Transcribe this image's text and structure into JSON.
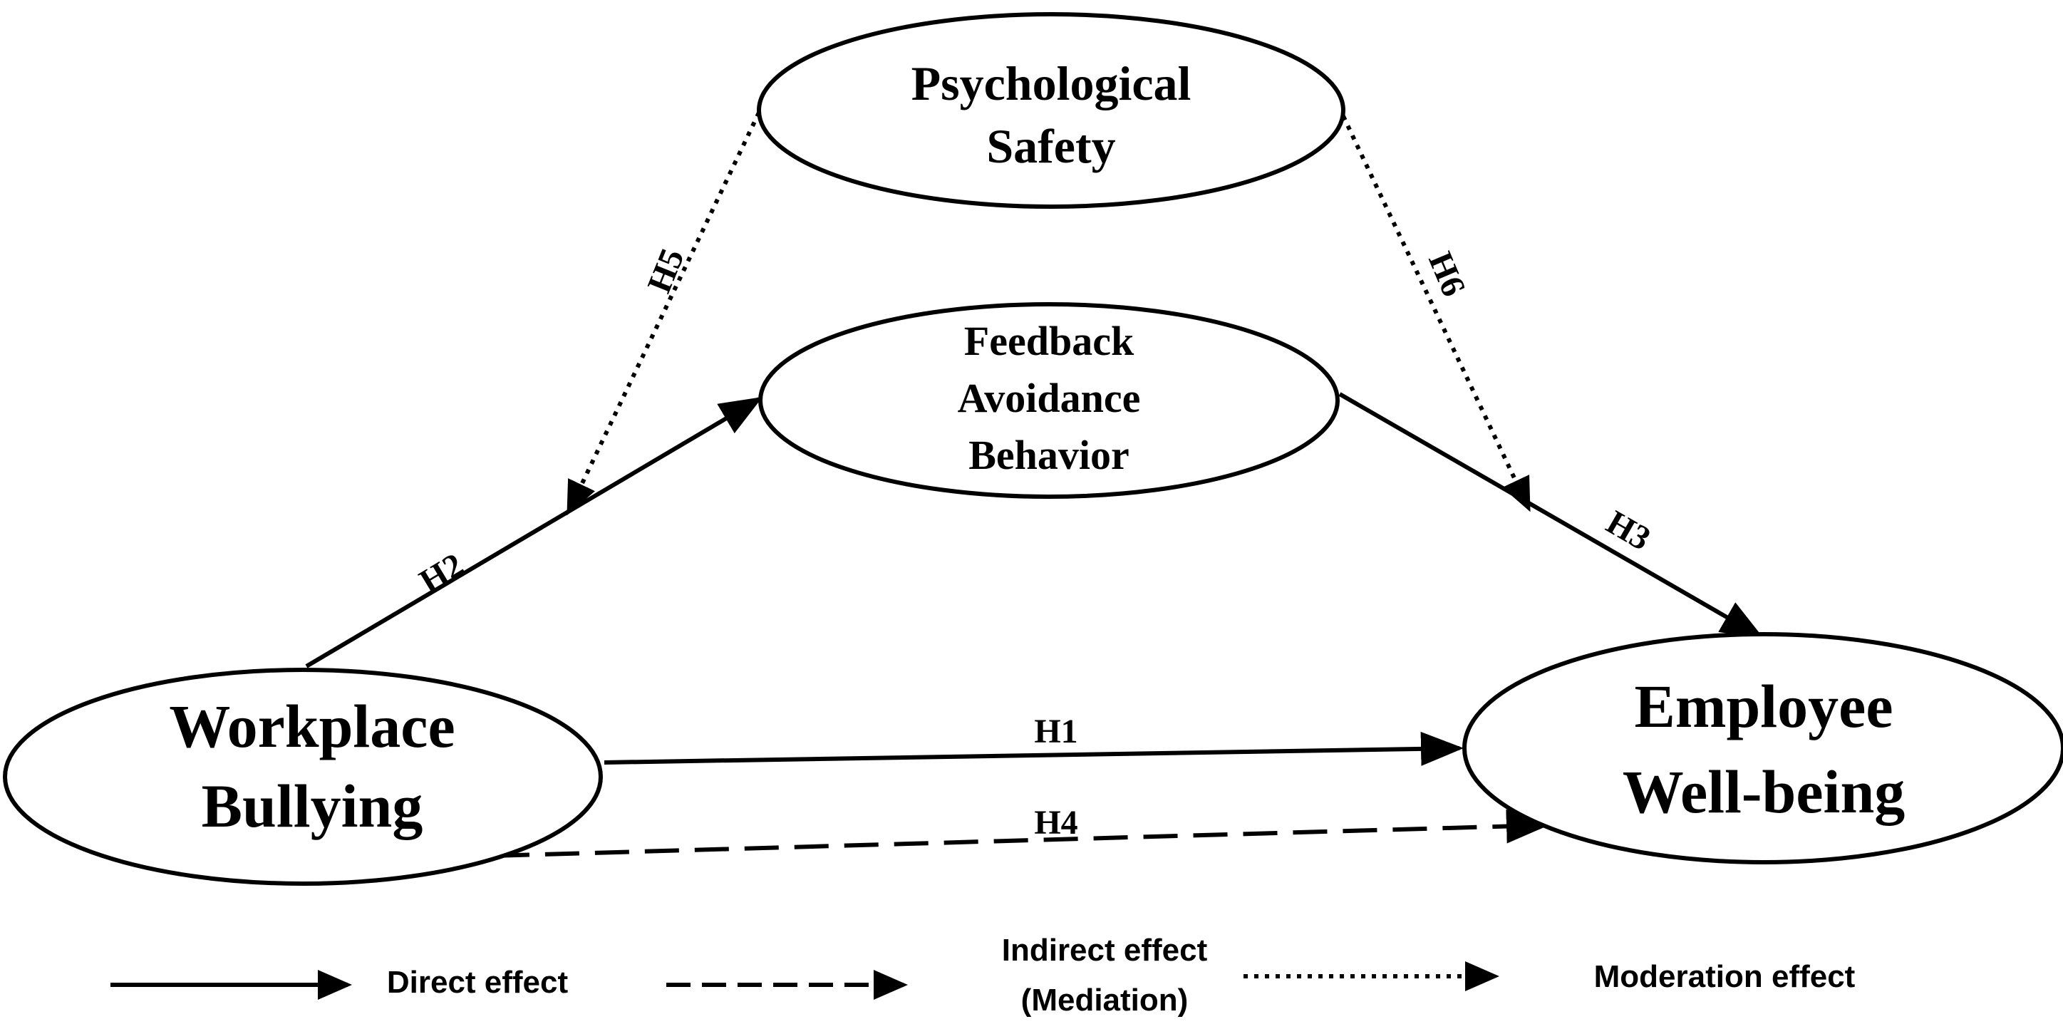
{
  "nodes": {
    "psychological_safety": {
      "line1": "Psychological",
      "line2": "Safety"
    },
    "feedback_avoidance": {
      "line1": "Feedback",
      "line2": "Avoidance",
      "line3": "Behavior"
    },
    "workplace_bullying": {
      "line1": "Workplace",
      "line2": "Bullying"
    },
    "employee_wellbeing": {
      "line1": "Employee",
      "line2": "Well-being"
    }
  },
  "hypotheses": {
    "h1": "H1",
    "h2": "H2",
    "h3": "H3",
    "h4": "H4",
    "h5": "H5",
    "h6": "H6"
  },
  "legend": {
    "direct": "Direct effect",
    "indirect_line1": "Indirect effect",
    "indirect_line2": "(Mediation)",
    "moderation": "Moderation effect"
  },
  "colors": {
    "stroke": "#000000",
    "background": "#ffffff"
  }
}
